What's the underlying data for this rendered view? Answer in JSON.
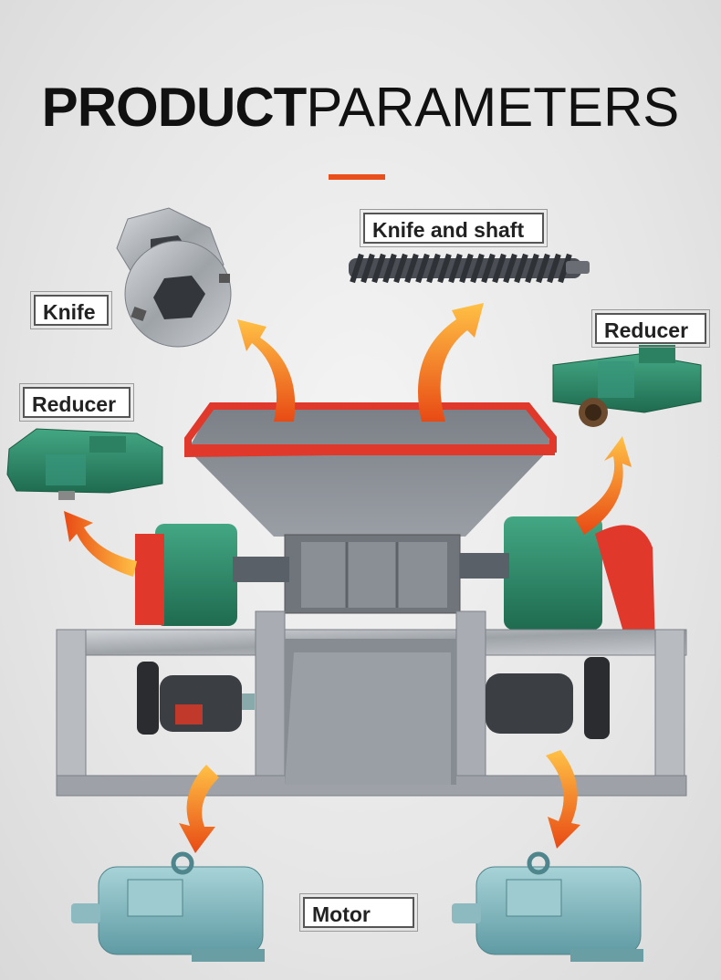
{
  "title": {
    "bold": "PRODUCT",
    "light": "PARAMETERS"
  },
  "labels": {
    "knife": "Knife",
    "knife_and_shaft": "Knife and shaft",
    "reducer_right": "Reducer",
    "reducer_left": "Reducer",
    "motor": "Motor"
  },
  "colors": {
    "accent": "#e94e1b",
    "arrow_light": "#ffc145",
    "arrow_dark": "#e84a14",
    "frame": "#8c9099",
    "hopper_rim": "#e0382b",
    "reducer_green": "#2f8a6a",
    "motor_blue": "#7fb7bf"
  },
  "icons": [
    "arrow-icon",
    "knife-icon",
    "shaft-icon",
    "reducer-icon",
    "motor-icon"
  ]
}
